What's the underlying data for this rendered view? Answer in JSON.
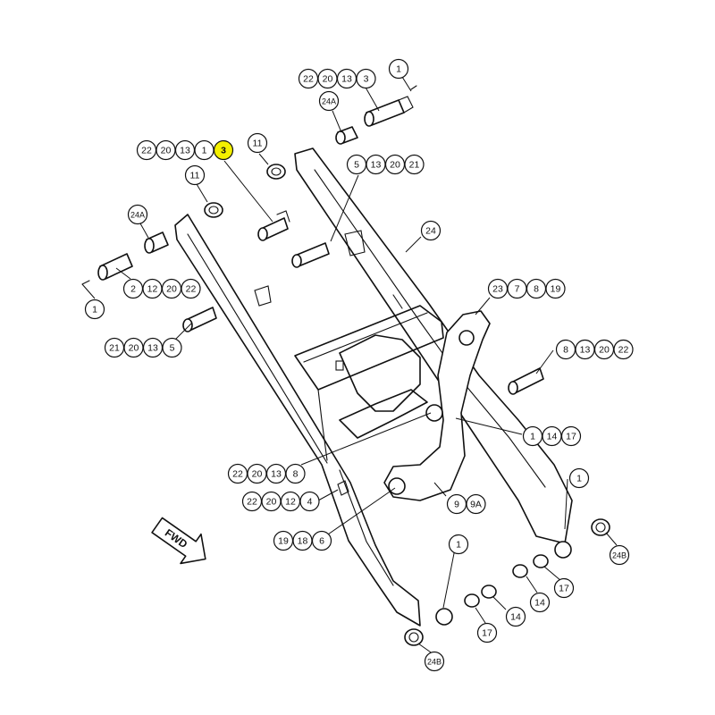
{
  "diagram": {
    "highlight_color": "#f4f000",
    "fwd_label": "FWD",
    "callouts": [
      {
        "id": "c01",
        "labels": [
          "22",
          "20",
          "13",
          "3"
        ]
      },
      {
        "id": "c02",
        "labels": [
          "1"
        ]
      },
      {
        "id": "c03",
        "labels": [
          "24A"
        ]
      },
      {
        "id": "c04",
        "labels": [
          "22",
          "20",
          "13",
          "1",
          "3"
        ],
        "highlight_index": 4
      },
      {
        "id": "c05",
        "labels": [
          "11"
        ]
      },
      {
        "id": "c06",
        "labels": [
          "5",
          "13",
          "20",
          "21"
        ]
      },
      {
        "id": "c07",
        "labels": [
          "11"
        ]
      },
      {
        "id": "c08",
        "labels": [
          "24A"
        ]
      },
      {
        "id": "c09",
        "labels": [
          "24"
        ]
      },
      {
        "id": "c10",
        "labels": [
          "2",
          "12",
          "20",
          "22"
        ]
      },
      {
        "id": "c11",
        "labels": [
          "1"
        ]
      },
      {
        "id": "c12",
        "labels": [
          "23",
          "7",
          "8",
          "19"
        ]
      },
      {
        "id": "c13",
        "labels": [
          "21",
          "20",
          "13",
          "5"
        ]
      },
      {
        "id": "c14",
        "labels": [
          "8",
          "13",
          "20",
          "22"
        ]
      },
      {
        "id": "c15",
        "labels": [
          "1",
          "14",
          "17"
        ]
      },
      {
        "id": "c16",
        "labels": [
          "22",
          "20",
          "13",
          "8"
        ]
      },
      {
        "id": "c17",
        "labels": [
          "1"
        ]
      },
      {
        "id": "c18",
        "labels": [
          "22",
          "20",
          "12",
          "4"
        ]
      },
      {
        "id": "c19",
        "labels": [
          "9",
          "9A"
        ]
      },
      {
        "id": "c20",
        "labels": [
          "19",
          "18",
          "6"
        ]
      },
      {
        "id": "c21",
        "labels": [
          "24B"
        ]
      },
      {
        "id": "c22",
        "labels": [
          "1"
        ]
      },
      {
        "id": "c23",
        "labels": [
          "14"
        ]
      },
      {
        "id": "c24",
        "labels": [
          "17"
        ]
      },
      {
        "id": "c25",
        "labels": [
          "14"
        ]
      },
      {
        "id": "c26",
        "labels": [
          "17"
        ]
      },
      {
        "id": "c27",
        "labels": [
          "24B"
        ]
      }
    ]
  }
}
